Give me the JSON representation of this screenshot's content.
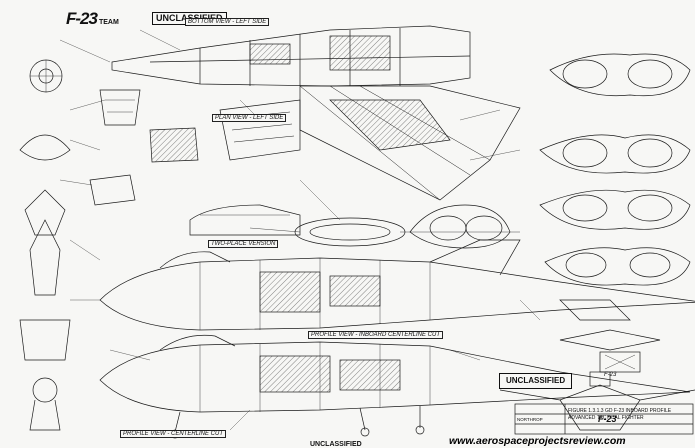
{
  "logo": {
    "mark": "F-23",
    "team": "TEAM"
  },
  "classification": {
    "top": "UNCLASSIFIED",
    "box": "UNCLASSIFIED",
    "bottom": "UNCLASSIFIED"
  },
  "views": {
    "top_view": "BOTTOM VIEW - LEFT SIDE",
    "plan_view": "PLAN VIEW - LEFT SIDE",
    "two_place": "TWO-PLACE VERSION",
    "profile_outboard": "PROFILE VIEW - INBOARD CENTERLINE CUT",
    "profile_centerline": "PROFILE VIEW - CENTERLINE CUT"
  },
  "title_block": {
    "line1": "FIGURE 1.3.1.3 GD F-23 INBOARD PROFILE",
    "line2": "ADVANCED TACTICAL FIGHTER",
    "stamp": "NORTHROP"
  },
  "aircraft_marking": {
    "large": "F-23",
    "small": "F-23"
  },
  "watermark": "www.aerospaceprojectsreview.com"
}
